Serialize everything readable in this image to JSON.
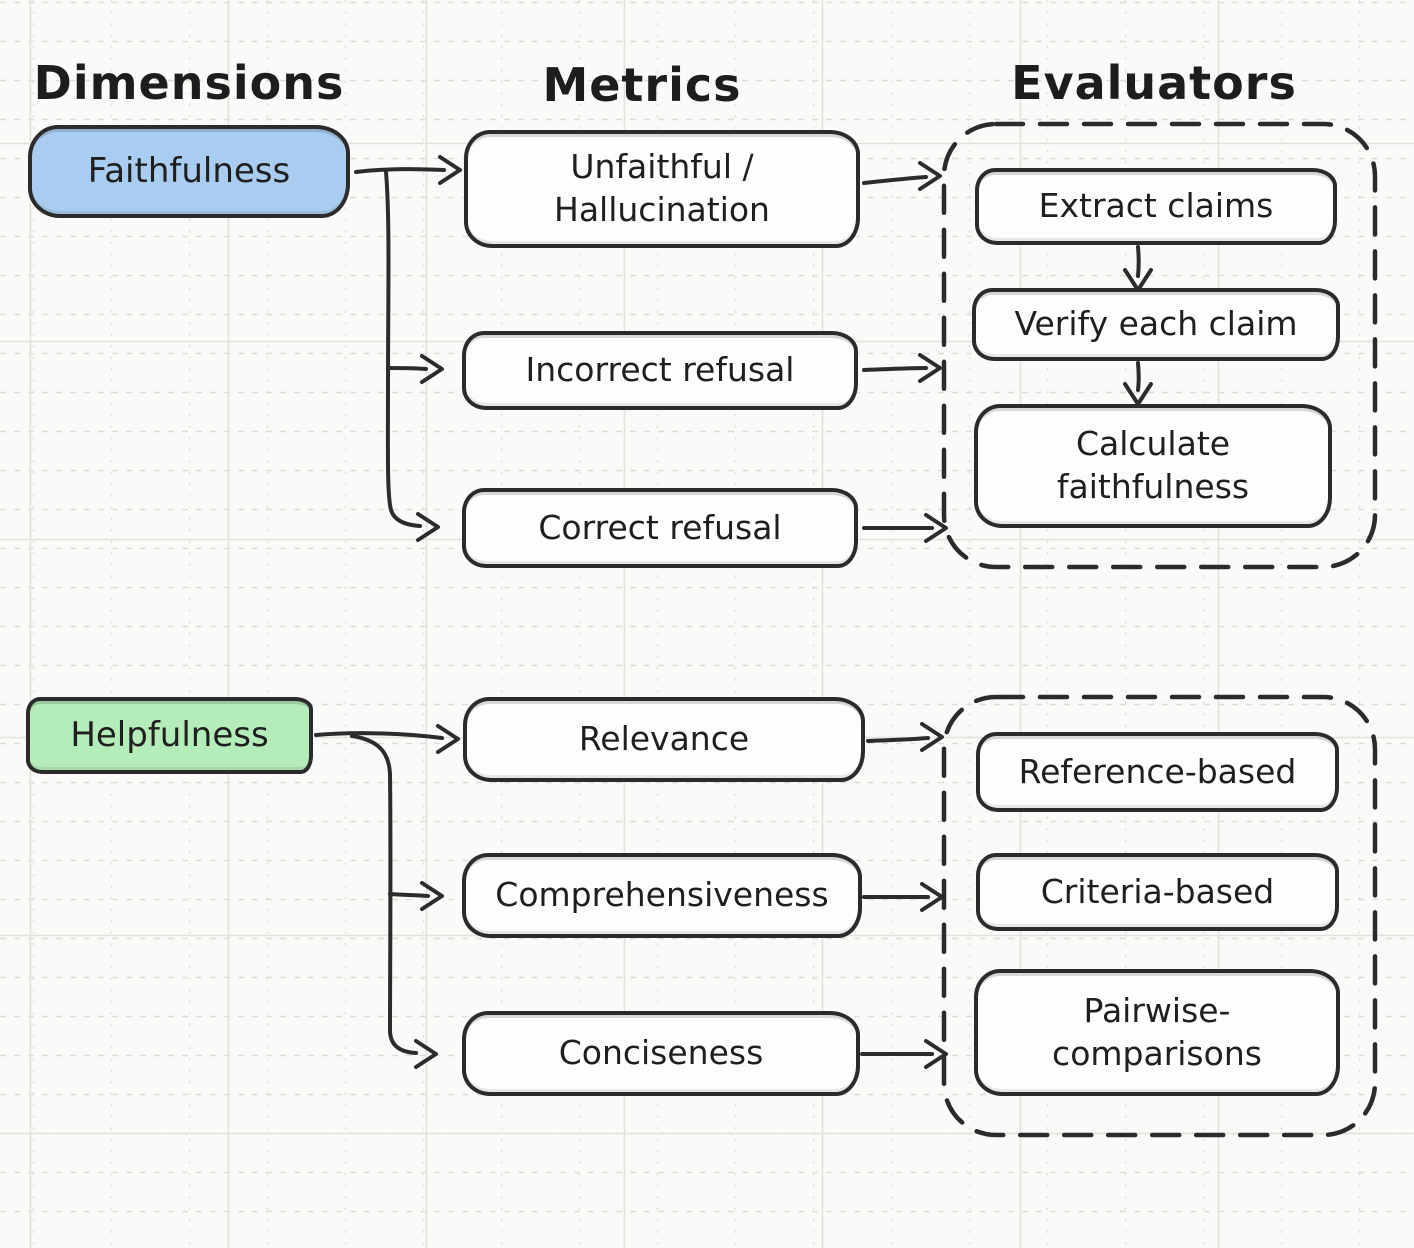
{
  "headers": {
    "dimensions": "Dimensions",
    "metrics": "Metrics",
    "evaluators": "Evaluators"
  },
  "colors": {
    "faithfulness_fill": "#a8cdf0",
    "helpfulness_fill": "#b5edba",
    "stroke": "#2b2b2b",
    "box_fill": "#fdfdfb",
    "background": "#fafaf8"
  },
  "faithfulness": {
    "label": "Faithfulness",
    "metrics": [
      "Unfaithful / Hallucination",
      "Incorrect refusal",
      "Correct refusal"
    ],
    "evaluators": [
      "Extract claims",
      "Verify each claim",
      "Calculate faithfulness"
    ]
  },
  "helpfulness": {
    "label": "Helpfulness",
    "metrics": [
      "Relevance",
      "Comprehensiveness",
      "Conciseness"
    ],
    "evaluators": [
      "Reference-based",
      "Criteria-based",
      "Pairwise-comparisons"
    ]
  }
}
